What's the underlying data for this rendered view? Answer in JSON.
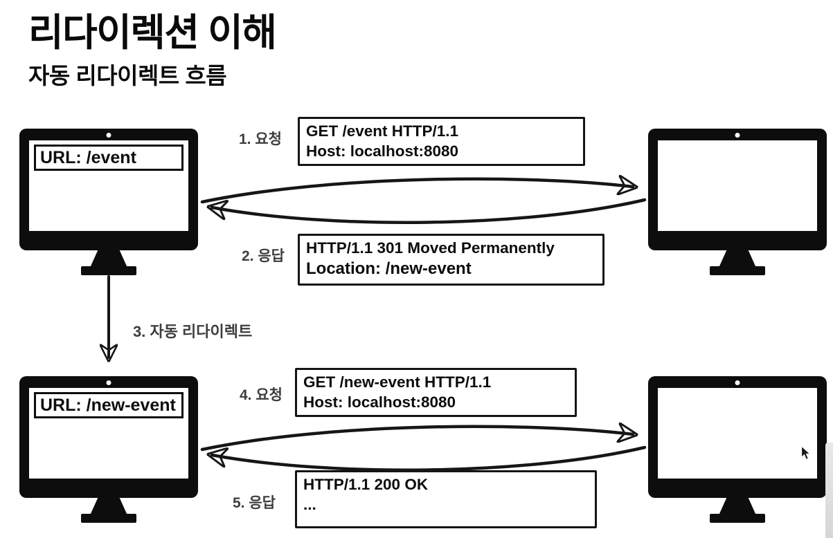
{
  "header": {
    "title": "리다이렉션 이해",
    "subtitle": "자동 리다이렉트 흐름"
  },
  "monitors": {
    "client_top": {
      "url": "URL: /event"
    },
    "client_bottom": {
      "url": "URL: /new-event"
    }
  },
  "steps": {
    "s1": {
      "label": "1. 요청"
    },
    "s2": {
      "label": "2. 응답"
    },
    "s3": {
      "label": "3. 자동 리다이렉트"
    },
    "s4": {
      "label": "4. 요청"
    },
    "s5": {
      "label": "5. 응답"
    }
  },
  "boxes": {
    "request1": {
      "line1": "GET /event HTTP/1.1",
      "line2": "Host: localhost:8080"
    },
    "response1": {
      "l1_pre": "HTTP/1.1 ",
      "l1_em": "301",
      "l1_post": " Moved Permanently",
      "l2_em": "Location: /new-event"
    },
    "request2": {
      "l1_pre": "GET ",
      "l1_em": "/new-event",
      "l1_post": " HTTP/1.1",
      "line2": "Host: localhost:8080"
    },
    "response2": {
      "l1_pre": "HTTP/1.1 ",
      "l1_em": "200",
      "l1_post": " OK",
      "l2_em": "..."
    }
  },
  "colors": {
    "ink": "#0d0d0d",
    "label_gray": "#3d3d3d",
    "scrollbar": "#d8d8d8"
  }
}
